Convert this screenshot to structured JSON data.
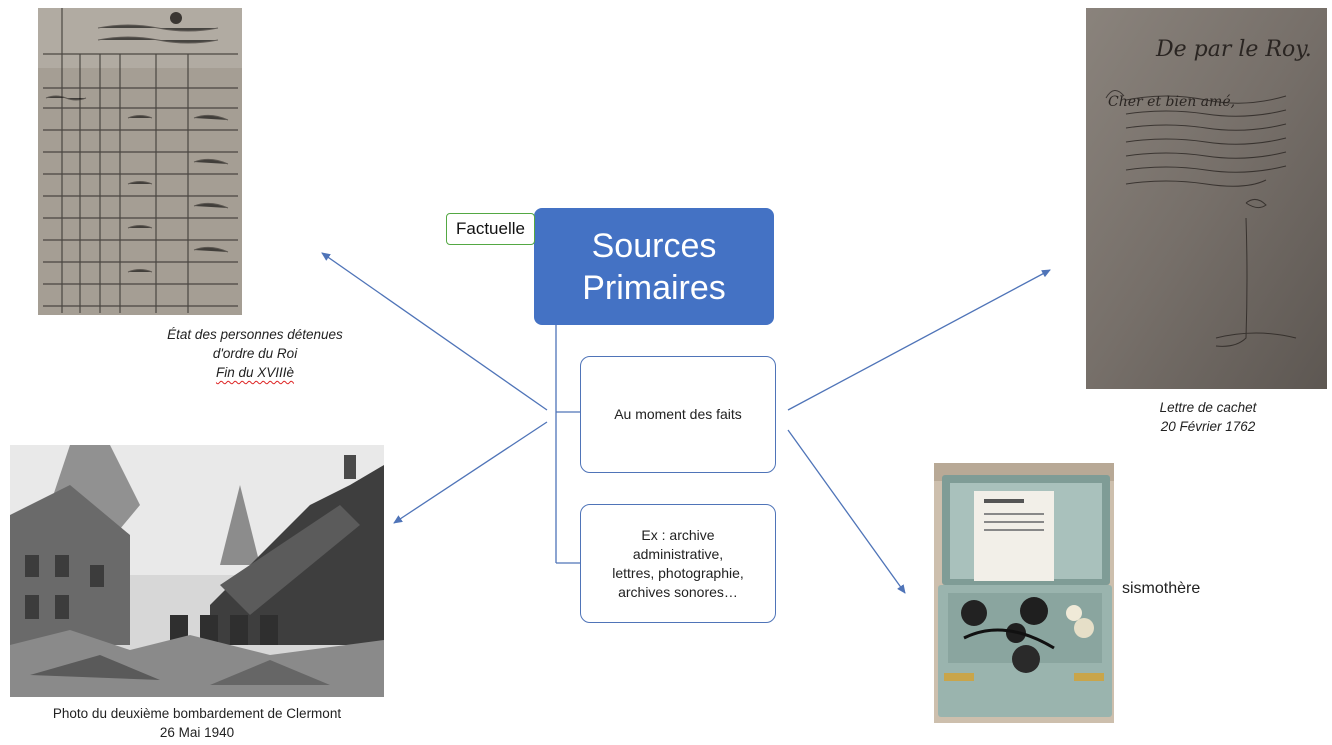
{
  "center": {
    "title_line1": "Sources",
    "title_line2": "Primaires",
    "tag": "Factuelle"
  },
  "boxes": {
    "moment": "Au moment des faits",
    "example_lines": [
      "Ex : archive",
      "administrative,",
      "lettres, photographie,",
      "archives sonores…"
    ]
  },
  "images": {
    "registre": {
      "caption_lines": [
        "État des personnes détenues",
        "d'ordre du Roi",
        "Fin du XVIIIè"
      ]
    },
    "lettre": {
      "caption_lines": [
        "Lettre de cachet",
        "20 Février 1762"
      ]
    },
    "photo": {
      "caption_lines": [
        "Photo du deuxième bombardement de Clermont",
        "26 Mai 1940"
      ]
    },
    "sismo": {
      "label": "sismothère"
    }
  },
  "colors": {
    "box_blue": "#4472c4",
    "arrow_blue": "#4f74b8",
    "tag_border": "#54a843"
  }
}
